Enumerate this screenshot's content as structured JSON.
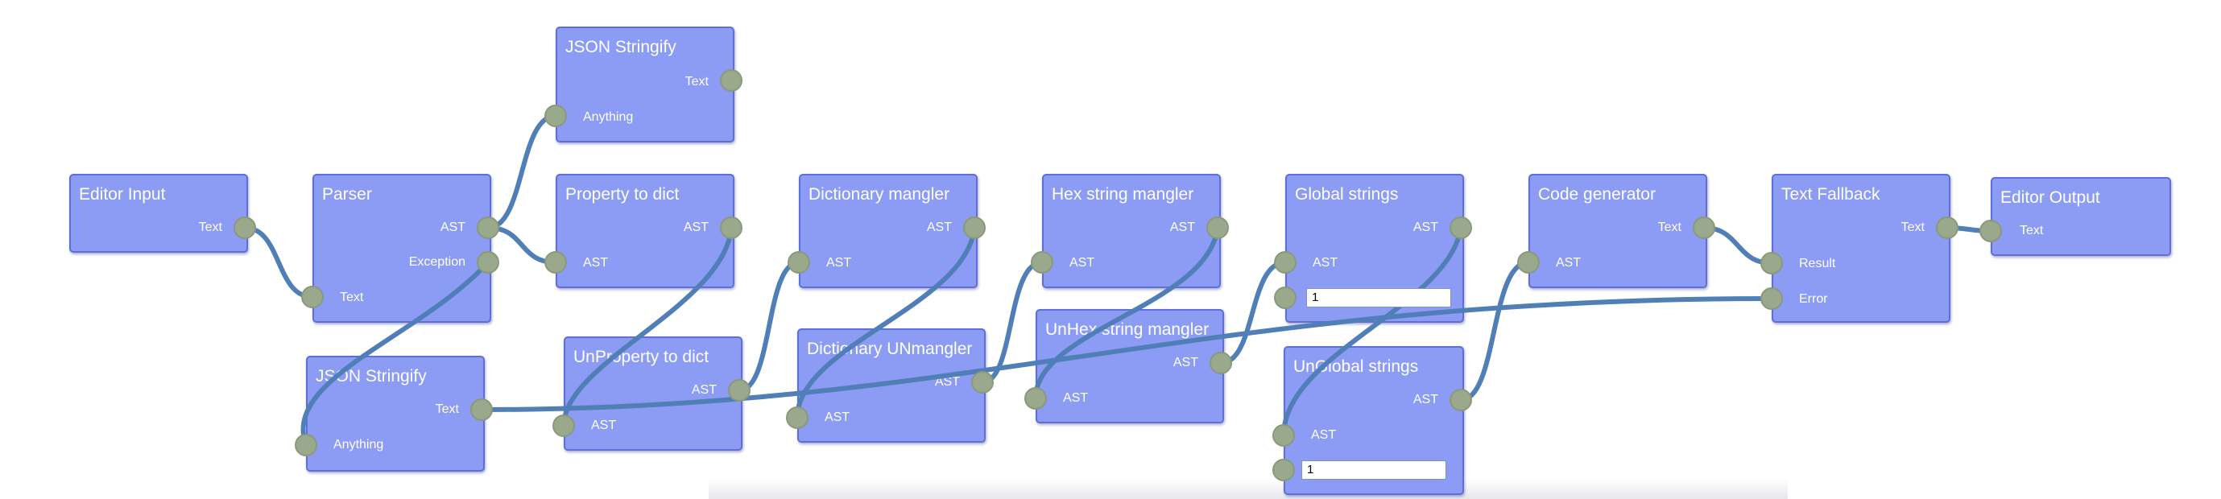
{
  "colors": {
    "node_fill": "#8c9cf5",
    "node_border": "#5f6fd6",
    "wire": "#4f7fb6",
    "port": "#9aa98c",
    "background": "#ffffff"
  },
  "nodes": {
    "editor_input": {
      "title": "Editor Input",
      "out_text": "Text"
    },
    "parser": {
      "title": "Parser",
      "out_ast": "AST",
      "out_exception": "Exception",
      "in_text": "Text"
    },
    "json_top": {
      "title": "JSON Stringify",
      "out_text": "Text",
      "in_anything": "Anything"
    },
    "json_bottom": {
      "title": "JSON Stringify",
      "out_text": "Text",
      "in_anything": "Anything"
    },
    "property_to_dict": {
      "title": "Property to dict",
      "out_ast": "AST",
      "in_ast": "AST"
    },
    "unproperty_to_dict": {
      "title": "UnProperty to dict",
      "out_ast": "AST",
      "in_ast": "AST"
    },
    "dict_mangler": {
      "title": "Dictionary mangler",
      "out_ast": "AST",
      "in_ast": "AST"
    },
    "dict_unmangler": {
      "title": "Dictionary UNmangler",
      "out_ast": "AST",
      "in_ast": "AST"
    },
    "hex_mangler": {
      "title": "Hex string mangler",
      "out_ast": "AST",
      "in_ast": "AST"
    },
    "unhex_mangler": {
      "title": "UnHex string mangler",
      "out_ast": "AST",
      "in_ast": "AST"
    },
    "global_strings": {
      "title": "Global strings",
      "out_ast": "AST",
      "in_ast": "AST",
      "value": "1"
    },
    "unglobal_strings": {
      "title": "UnGlobal strings",
      "out_ast": "AST",
      "in_ast": "AST",
      "value": "1"
    },
    "code_generator": {
      "title": "Code generator",
      "out_text": "Text",
      "in_ast": "AST"
    },
    "text_fallback": {
      "title": "Text Fallback",
      "out_text": "Text",
      "in_result": "Result",
      "in_error": "Error"
    },
    "editor_output": {
      "title": "Editor Output",
      "in_text": "Text"
    }
  }
}
